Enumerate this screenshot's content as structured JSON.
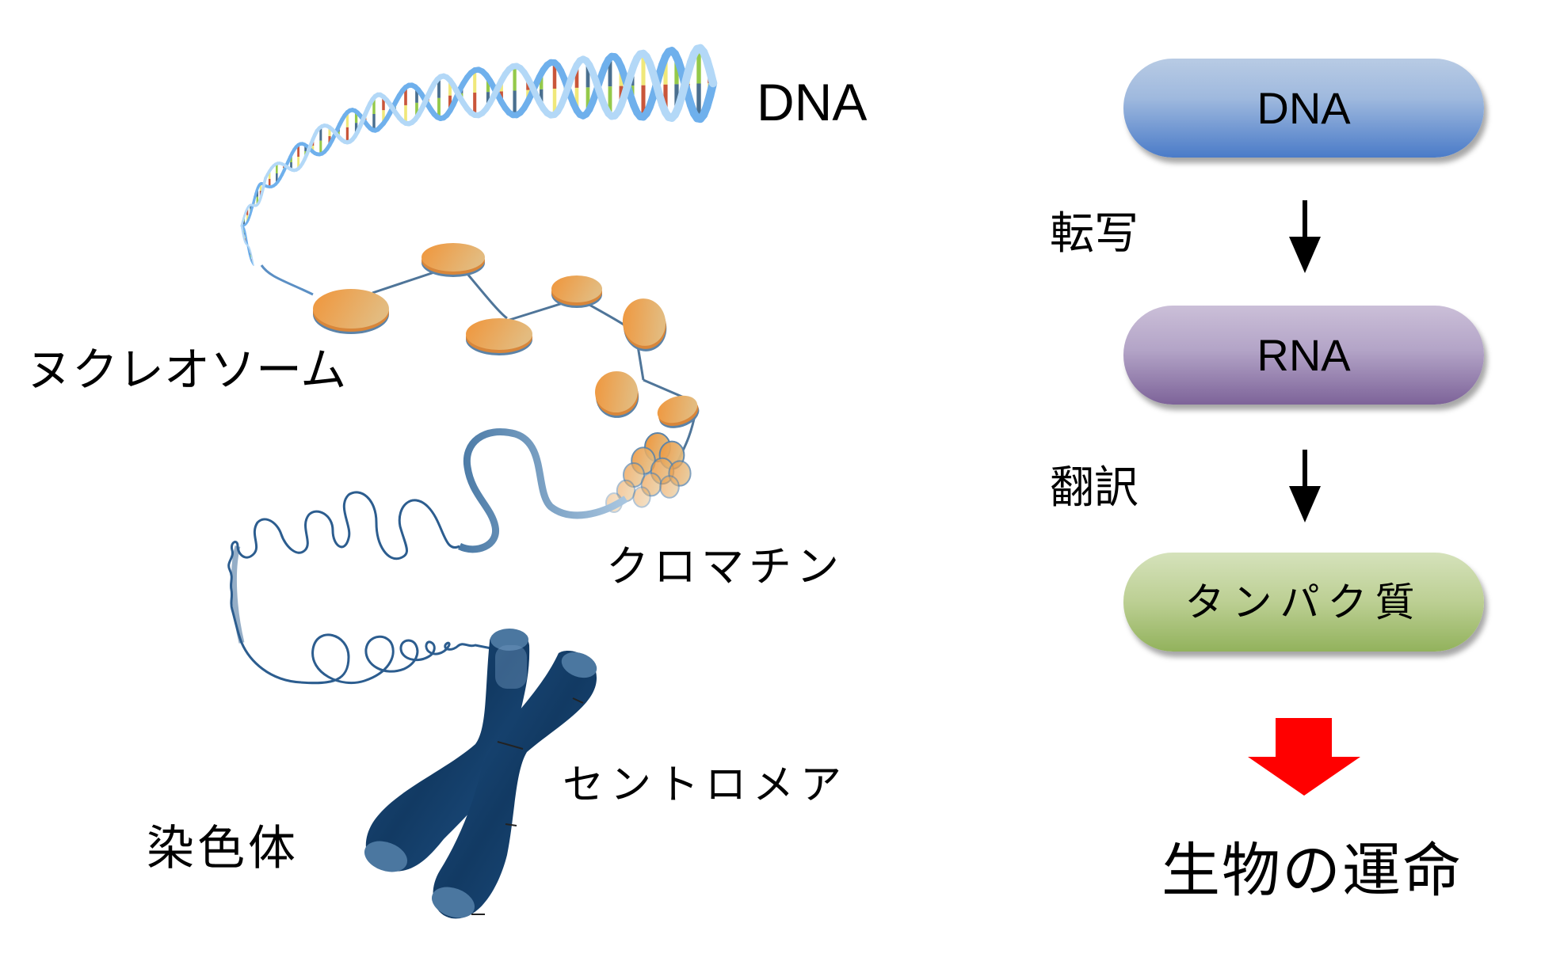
{
  "left_labels": {
    "dna": "DNA",
    "nucleosome": "ヌクレオソーム",
    "chromatin": "クロマチン",
    "centromere": "セントロメア",
    "chromosome": "染色体"
  },
  "flow": {
    "nodes": [
      {
        "label": "DNA",
        "color_top": "#b8cbe4",
        "color_bottom": "#4a7bc8"
      },
      {
        "label": "RNA",
        "color_top": "#cbbfd8",
        "color_bottom": "#7d6399"
      },
      {
        "label": "タンパク質",
        "color_top": "#d5e2bb",
        "color_bottom": "#92b25c"
      }
    ],
    "steps": [
      "転写",
      "翻訳"
    ],
    "result": "生物の運命",
    "result_arrow_color": "#ff0000"
  },
  "colors": {
    "dna_strand": "#6fb0ec",
    "dna_strand_light": "#b3d8f7",
    "base_red": "#c9563a",
    "base_green": "#94c94a",
    "base_yellow": "#f0e87a",
    "base_blue": "#4a6f8f",
    "histone_orange": "#f0993e",
    "histone_light": "#e3b97a",
    "histone_edge": "#5b83a8",
    "fiber": "#2c5d8f",
    "chromosome_dark": "#133a62",
    "chromosome_mid": "#1e5287",
    "chromosome_tip": "#4b77a0"
  }
}
